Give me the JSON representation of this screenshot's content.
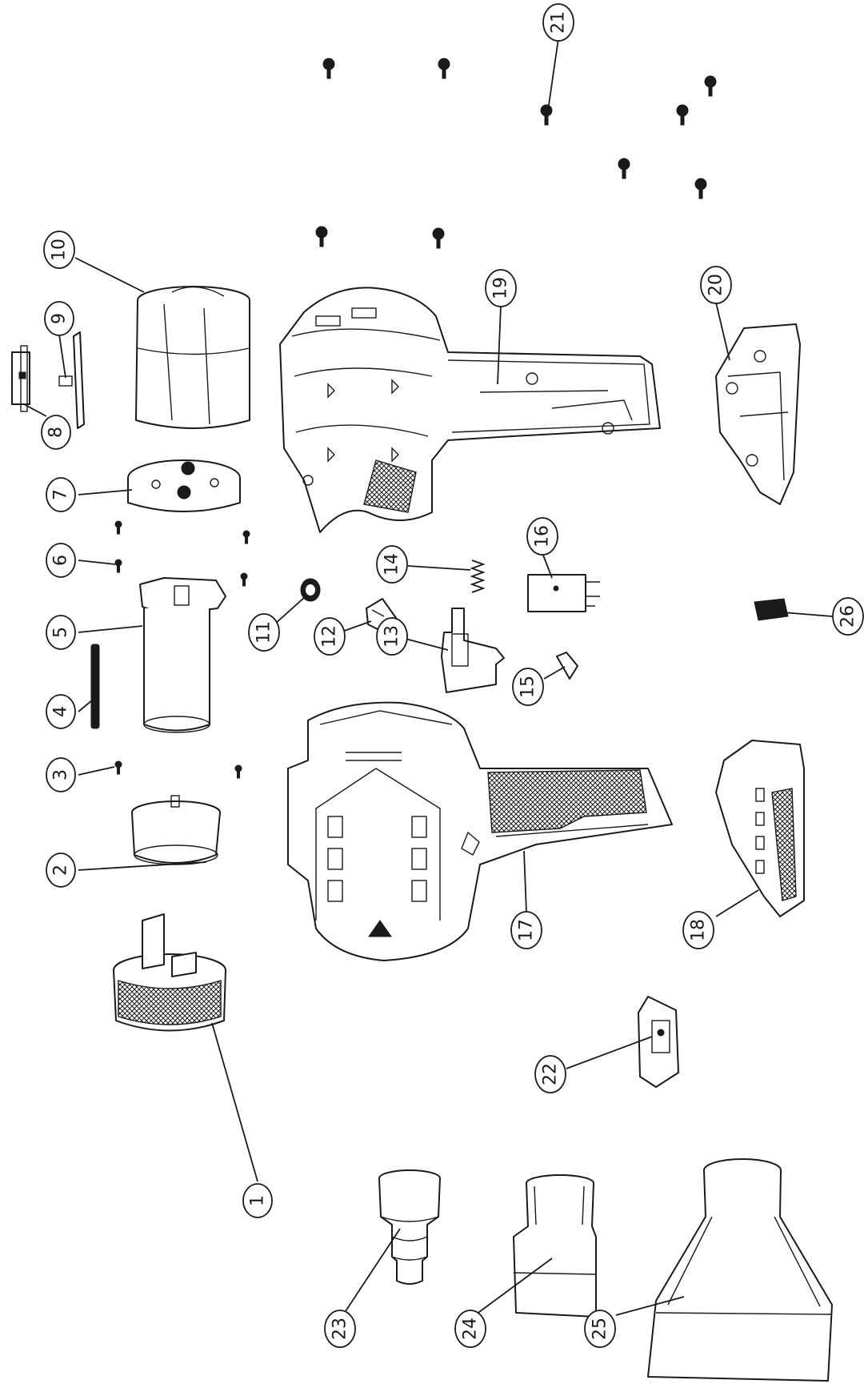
{
  "callouts": [
    {
      "id": "1",
      "label": "1"
    },
    {
      "id": "2",
      "label": "2"
    },
    {
      "id": "3",
      "label": "3"
    },
    {
      "id": "4",
      "label": "4"
    },
    {
      "id": "5",
      "label": "5"
    },
    {
      "id": "6",
      "label": "6"
    },
    {
      "id": "7",
      "label": "7"
    },
    {
      "id": "8",
      "label": "8"
    },
    {
      "id": "9",
      "label": "9"
    },
    {
      "id": "10",
      "label": "10"
    },
    {
      "id": "11",
      "label": "11"
    },
    {
      "id": "12",
      "label": "12"
    },
    {
      "id": "13",
      "label": "13"
    },
    {
      "id": "14",
      "label": "14"
    },
    {
      "id": "15",
      "label": "15"
    },
    {
      "id": "16",
      "label": "16"
    },
    {
      "id": "17",
      "label": "17"
    },
    {
      "id": "18",
      "label": "18"
    },
    {
      "id": "19",
      "label": "19"
    },
    {
      "id": "20",
      "label": "20"
    },
    {
      "id": "21",
      "label": "21"
    },
    {
      "id": "22",
      "label": "22"
    },
    {
      "id": "23",
      "label": "23"
    },
    {
      "id": "24",
      "label": "24"
    },
    {
      "id": "25",
      "label": "25"
    },
    {
      "id": "26",
      "label": "26"
    }
  ],
  "colors": {
    "line": "#1a1a1a",
    "background": "#ffffff"
  }
}
